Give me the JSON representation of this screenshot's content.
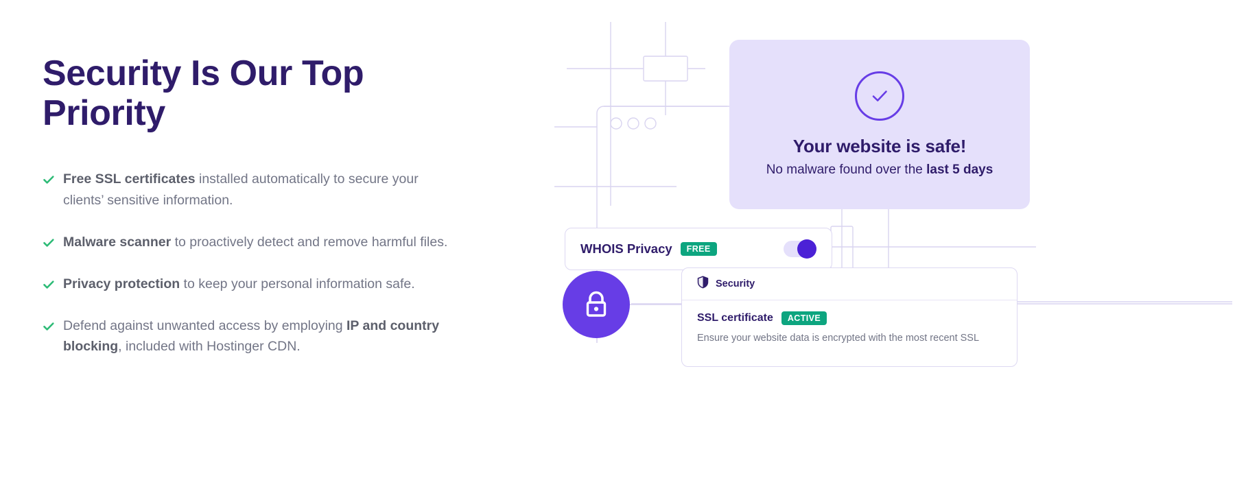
{
  "headline": "Security Is Our Top Priority",
  "features": [
    {
      "icon": "check-icon",
      "bold_lead": "Free SSL certificates",
      "text_after": " installed automatically to secure your clients’ sensitive information.",
      "text_before": "",
      "bold_tail": "",
      "text_tail": ""
    },
    {
      "icon": "check-icon",
      "bold_lead": "Malware scanner",
      "text_after": " to proactively detect and remove harmful files.",
      "text_before": "",
      "bold_tail": "",
      "text_tail": ""
    },
    {
      "icon": "check-icon",
      "bold_lead": "Privacy protection",
      "text_after": " to keep your personal information safe.",
      "text_before": "",
      "bold_tail": "",
      "text_tail": ""
    },
    {
      "icon": "check-icon",
      "bold_lead": "",
      "text_after": "",
      "text_before": "Defend against unwanted access by employing ",
      "bold_tail": "IP and country blocking",
      "text_tail": ", included with Hostinger CDN."
    }
  ],
  "illustration": {
    "safe_card": {
      "icon": "check-circle-icon",
      "title": "Your website is safe!",
      "subtitle_prefix": "No malware found over the ",
      "subtitle_bold": "last 5 days"
    },
    "whois_card": {
      "label": "WHOIS Privacy",
      "badge": "FREE",
      "toggle_state": "on"
    },
    "lock_icon": "lock-icon",
    "security_card": {
      "header_icon": "shield-icon",
      "header_label": "Security",
      "ssl_title": "SSL certificate",
      "ssl_badge": "ACTIVE",
      "ssl_description": "Ensure your website data is encrypted with the most recent SSL"
    }
  },
  "colors": {
    "heading": "#2F1C6A",
    "body_text": "#727586",
    "bold_text": "#5C5F6B",
    "check_green": "#2EBB77",
    "badge_green": "#0DA57F",
    "purple": "#673DE6",
    "purple_deep": "#4B21D6",
    "card_lavender": "#E5E0FB",
    "wire_line": "#D9D4F0",
    "card_border": "#DDD8F2",
    "background": "#FFFFFF"
  }
}
